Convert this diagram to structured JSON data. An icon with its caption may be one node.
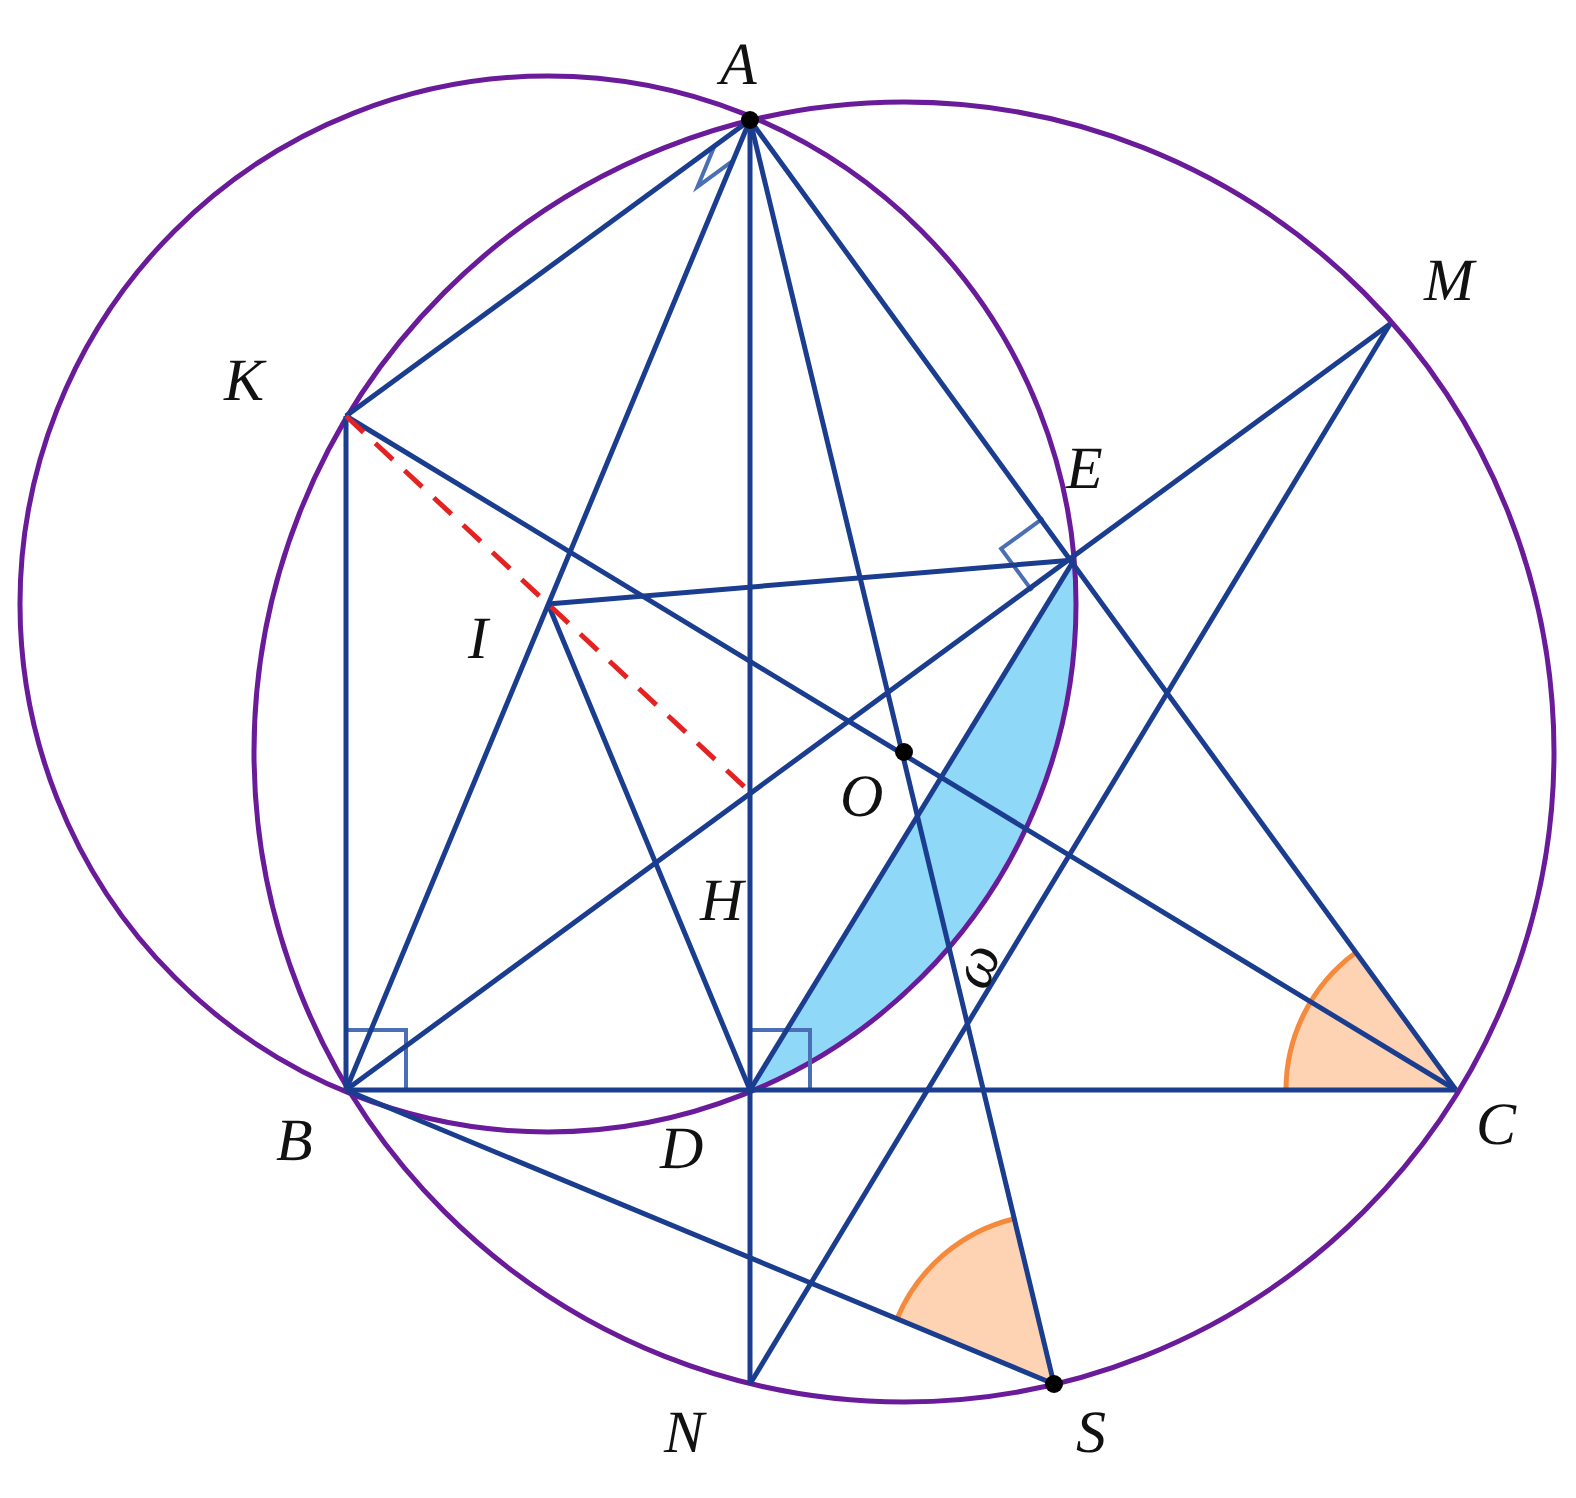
{
  "diagram": {
    "labels": [
      "A",
      "M",
      "K",
      "E",
      "I",
      "O",
      "H",
      "ω",
      "B",
      "D",
      "C",
      "N",
      "S"
    ]
  }
}
